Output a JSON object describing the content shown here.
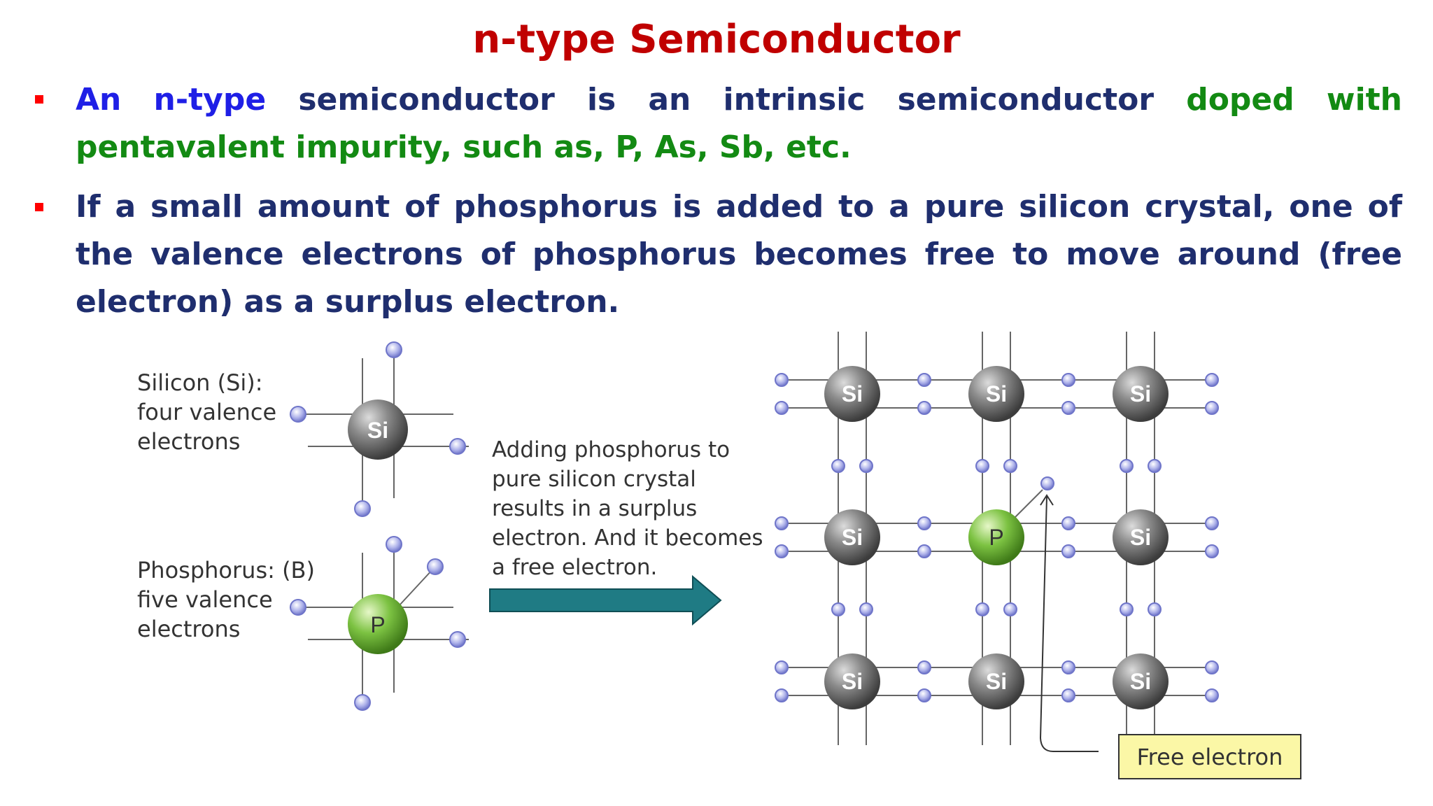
{
  "slide": {
    "title": "n-type Semiconductor",
    "bullets": [
      {
        "parts": [
          {
            "text": "An n-type ",
            "color": "#1f1fe6"
          },
          {
            "text": "semiconductor is an intrinsic semiconductor ",
            "color": "#1f2e6e"
          },
          {
            "text": "doped with pentavalent impurity, such as, P, As, Sb, etc.",
            "color": "#138a13"
          }
        ]
      },
      {
        "parts": [
          {
            "text": "If a small amount of phosphorus is added to a pure silicon crystal, one of the valence electrons of phosphorus becomes free to move around (free electron) as a surplus electron.",
            "color": "#1f2e6e"
          }
        ]
      }
    ],
    "bullet_color": "#ff0000"
  },
  "diagram": {
    "silicon_label": [
      "Silicon (Si):",
      "four valence",
      "electrons"
    ],
    "phosphorus_label": [
      "Phosphorus: (B)",
      "five valence",
      "electrons"
    ],
    "si_atom_label": "Si",
    "p_atom_label": "P",
    "arrow_caption": [
      "Adding phosphorus to",
      "pure silicon crystal",
      "results in a surplus",
      "electron. And it becomes",
      "a free electron."
    ],
    "free_electron_label": "Free electron",
    "lattice": [
      [
        "Si",
        "Si",
        "Si"
      ],
      [
        "Si",
        "P",
        "Si"
      ],
      [
        "Si",
        "Si",
        "Si"
      ]
    ],
    "colors": {
      "si_atom": "#7a7a7a",
      "p_atom": "#7cc242",
      "electron": "#8f94d6",
      "bond_line": "#555555",
      "arrow": "#1e7a82",
      "free_electron_box": "#fbf7a6"
    }
  }
}
